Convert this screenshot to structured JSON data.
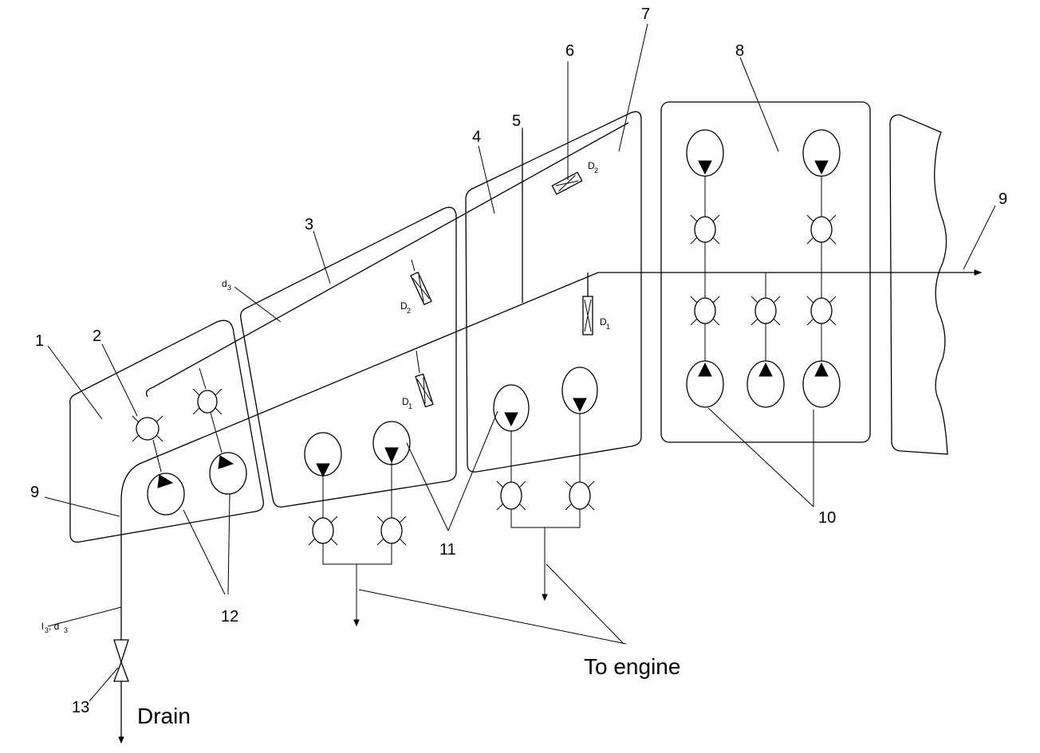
{
  "labels": {
    "n1": "1",
    "n2": "2",
    "n3": "3",
    "n4": "4",
    "n5": "5",
    "n6": "6",
    "n7": "7",
    "n8": "8",
    "n9_left": "9",
    "n9_right": "9",
    "n10": "10",
    "n11": "11",
    "n12": "12",
    "n13": "13"
  },
  "symbols": {
    "d3_top": "d",
    "d3_top_sub": "3",
    "D1_mid": "D",
    "D1_mid_sub": "1",
    "D2_mid": "D",
    "D2_mid_sub": "2",
    "D1_right": "D",
    "D1_right_sub": "1",
    "D2_top": "D",
    "D2_top_sub": "2",
    "l3d3_l": "l",
    "l3d3_l_sub": "3",
    "l3d3_comma": ", d",
    "l3d3_d_sub": "3"
  },
  "captions": {
    "to_engine": "To engine",
    "drain": "Drain"
  }
}
